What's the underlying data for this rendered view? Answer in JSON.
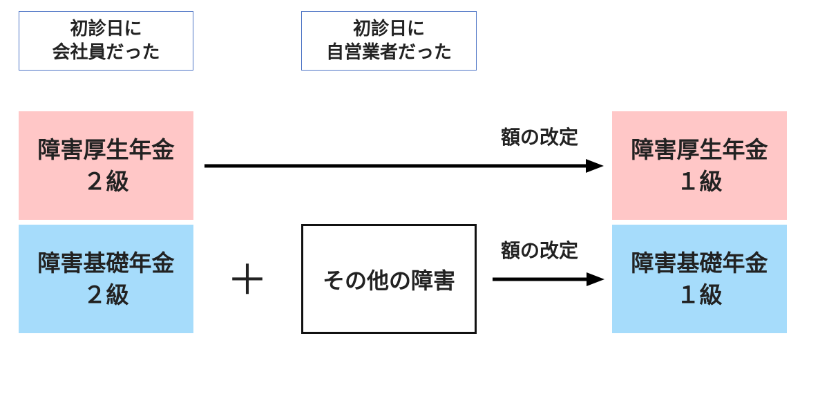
{
  "labels": {
    "employee": {
      "line1": "初診日に",
      "line2": "会社員だった"
    },
    "self_employed": {
      "line1": "初診日に",
      "line2": "自営業者だった"
    }
  },
  "left": {
    "kosei": {
      "name": "障害厚生年金",
      "grade": "２級"
    },
    "kiso": {
      "name": "障害基礎年金",
      "grade": "２級"
    }
  },
  "right": {
    "kosei": {
      "name": "障害厚生年金",
      "grade": "１級"
    },
    "kiso": {
      "name": "障害基礎年金",
      "grade": "１級"
    }
  },
  "plus_symbol": "＋",
  "other_disability": "その他の障害",
  "arrow_top_label": "額の改定",
  "arrow_bottom_label": "額の改定",
  "colors": {
    "pink": "#ffc7c7",
    "blue": "#a6dcfb",
    "label_border": "#4a72c4"
  }
}
